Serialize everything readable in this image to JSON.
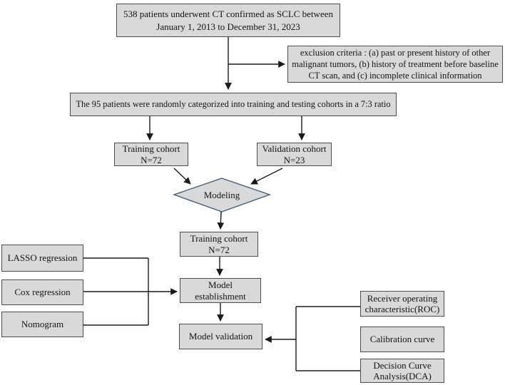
{
  "colors": {
    "box_fill": "#d9d9d9",
    "box_border": "#4d4d4d",
    "diamond_border": "#4a5d7e",
    "line": "#1a1a1a"
  },
  "nodes": {
    "top": {
      "lines": [
        "538 patients underwent CT confirmed  as SCLC between",
        "January 1, 2013 to December 31, 2023"
      ]
    },
    "exclusion": {
      "lines": [
        "exclusion criteria :  (a) past or present history of other",
        "malignant tumors, (b) history of treatment before baseline",
        "CT scan, and (c) incomplete clinical information"
      ]
    },
    "randomized": {
      "lines": [
        "The 95 patients were randomly categorized into training and testing cohorts in a 7:3 ratio"
      ]
    },
    "training_cohort": {
      "lines": [
        "Training cohort",
        "N=72"
      ]
    },
    "validation_cohort": {
      "lines": [
        "Validation cohort",
        "N=23"
      ]
    },
    "modeling": {
      "label": "Modeling"
    },
    "training_cohort_2": {
      "lines": [
        "Training cohort",
        "N=72"
      ]
    },
    "model_establishment": {
      "lines": [
        "Model",
        "establishment"
      ]
    },
    "model_validation": {
      "lines": [
        "Model validation"
      ]
    },
    "lasso": {
      "lines": [
        "LASSO regression"
      ]
    },
    "cox": {
      "lines": [
        "Cox regression"
      ]
    },
    "nomogram": {
      "lines": [
        "Nomogram"
      ]
    },
    "roc": {
      "lines": [
        "Receiver operating",
        "characteristic(ROC)"
      ]
    },
    "calibration": {
      "lines": [
        "Calibration curve"
      ]
    },
    "dca": {
      "lines": [
        "Decision Curve",
        "Analysis(DCA)"
      ]
    }
  }
}
